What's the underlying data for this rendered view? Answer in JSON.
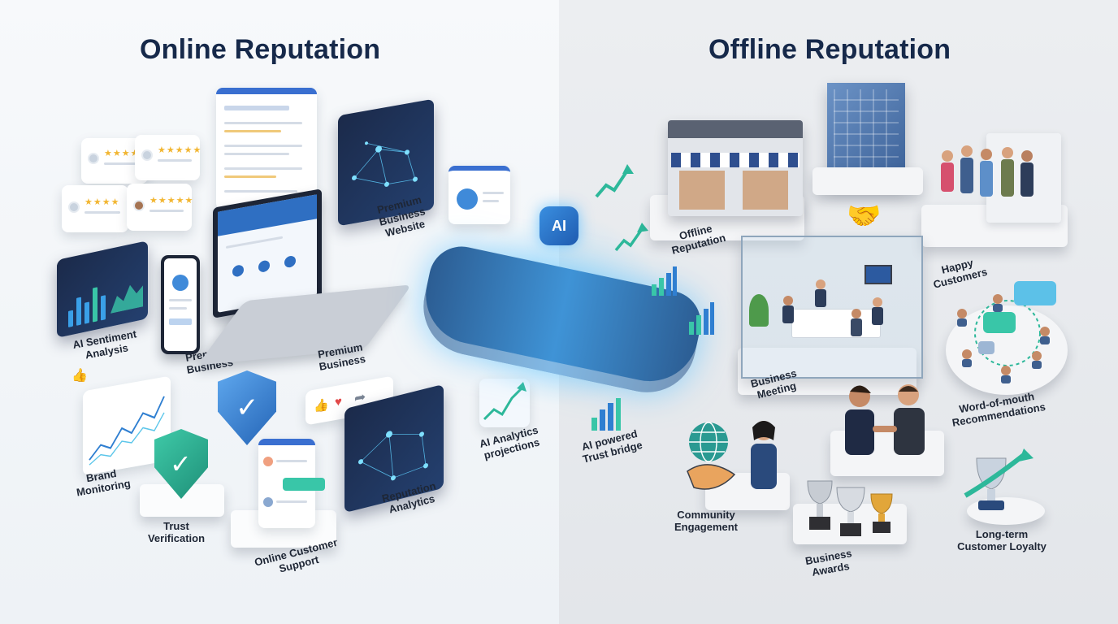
{
  "titles": {
    "online": "Online Reputation",
    "offline": "Offline Reputation"
  },
  "center": {
    "ai_badge": "AI",
    "bridge_label": "AI powered\nTrust bridge",
    "projection_label": "AI Analytics\nprojections"
  },
  "online_labels": {
    "website": "Premium Business\nWebsite",
    "sentiment": "AI Sentiment\nAnalysis",
    "premium_mobile": "Premium\nBusiness",
    "premium_laptop": "Premium\nBusiness",
    "brand": "Brand\nMonitoring",
    "trust": "Trust\nVerification",
    "support": "Online Customer\nSupport",
    "analytics": "Reputation\nAnalytics"
  },
  "offline_labels": {
    "offline_rep": "Offline\nReputation",
    "happy": "Happy\nCustomers",
    "meeting": "Business\nMeeting",
    "wom": "Word-of-mouth\nRecommendations",
    "community": "Community\nEngagement",
    "awards": "Business\nAwards",
    "loyalty": "Long-term\nCustomer Loyalty"
  },
  "colors": {
    "heading": "#16294a",
    "accent_blue": "#2f7fd1",
    "accent_teal": "#2db89a",
    "glow": "#7fd4ff",
    "star": "#f2b632"
  },
  "icons": [
    "star-icon",
    "shield-check-icon",
    "thumbs-up-icon",
    "heart-icon",
    "share-icon",
    "handshake-icon",
    "trophy-icon",
    "globe-icon",
    "chat-bubble-icon",
    "trend-arrow-icon",
    "storefront-icon",
    "office-building-icon"
  ]
}
